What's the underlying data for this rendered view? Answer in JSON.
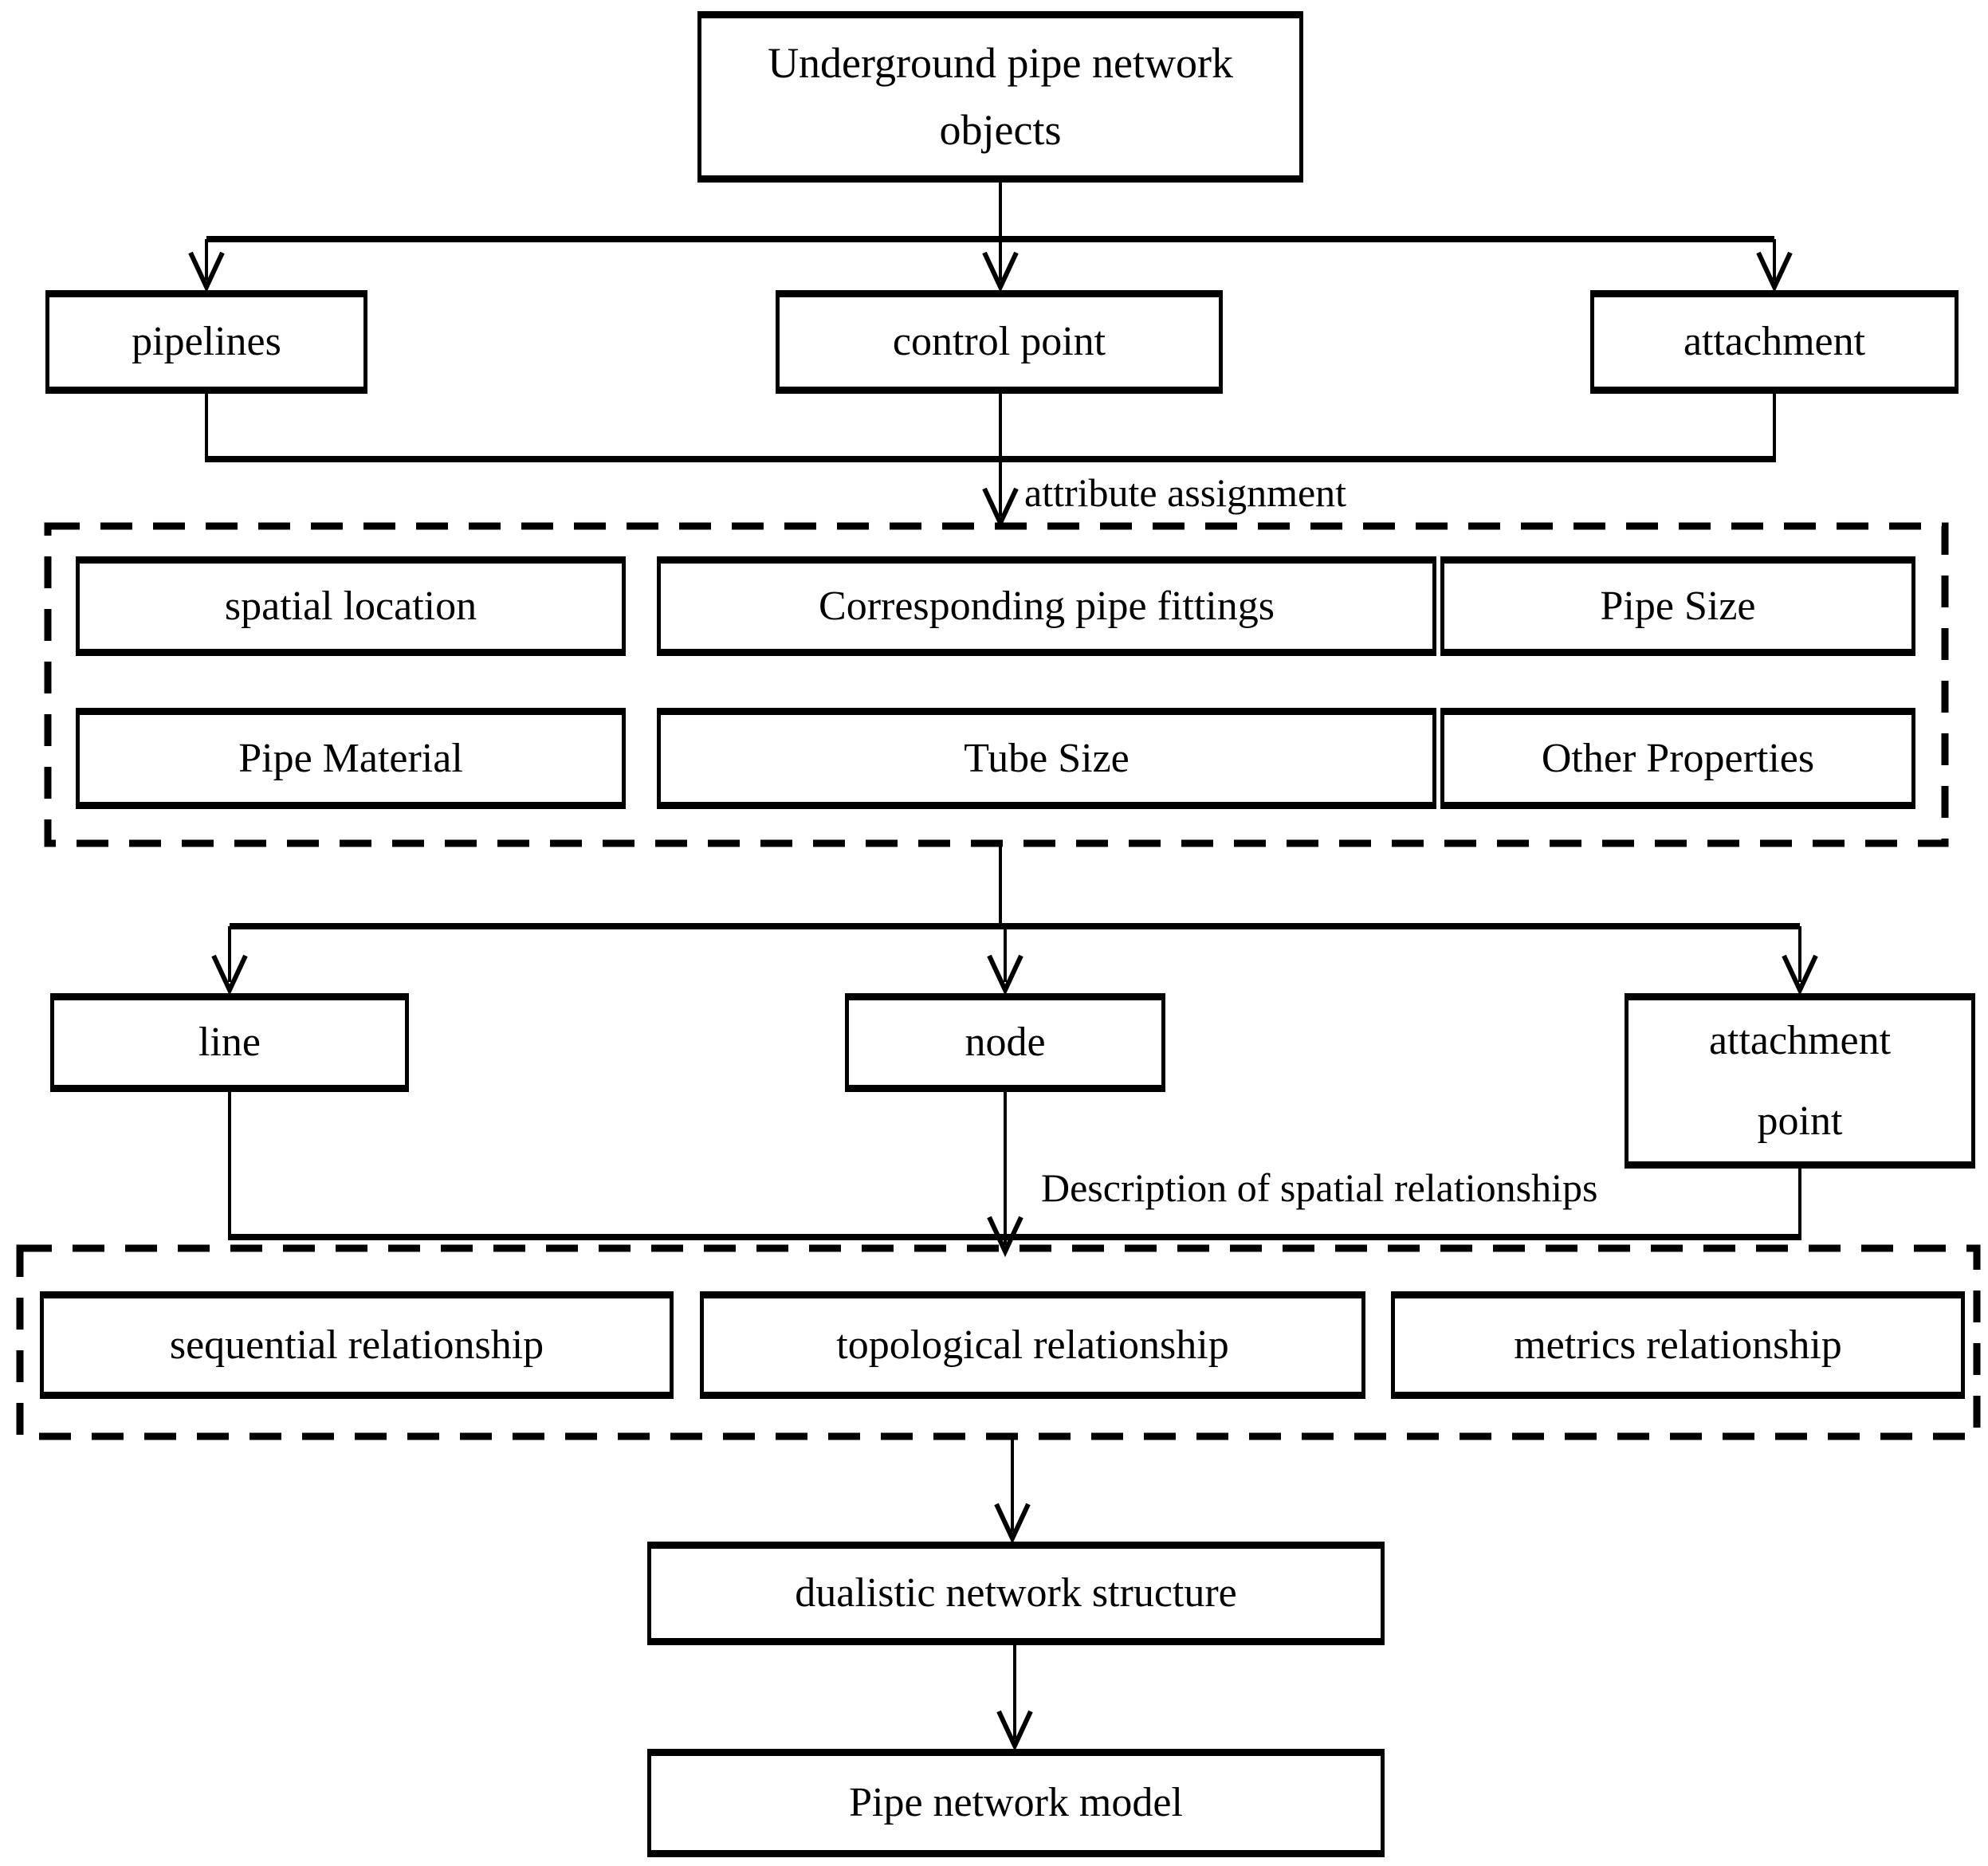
{
  "diagram": {
    "nodes": {
      "root": {
        "label": "Underground pipe network objects"
      },
      "pipelines": {
        "label": "pipelines"
      },
      "control_point": {
        "label": "control point"
      },
      "attachment": {
        "label": "attachment"
      },
      "spatial_location": {
        "label": "spatial location"
      },
      "corresponding_pipe_fittings": {
        "label": "Corresponding pipe fittings"
      },
      "pipe_size": {
        "label": "Pipe Size"
      },
      "pipe_material": {
        "label": "Pipe Material"
      },
      "tube_size": {
        "label": "Tube Size"
      },
      "other_properties": {
        "label": "Other Properties"
      },
      "line": {
        "label": "line"
      },
      "node": {
        "label": "node"
      },
      "attachment_point": {
        "label": "attachment point"
      },
      "sequential_relationship": {
        "label": "sequential relationship"
      },
      "topological_relationship": {
        "label": "topological relationship"
      },
      "metrics_relationship": {
        "label": "metrics relationship"
      },
      "dualistic_network_structure": {
        "label": "dualistic network structure"
      },
      "pipe_network_model": {
        "label": "Pipe network model"
      }
    },
    "edge_labels": {
      "attribute_assignment": "attribute assignment",
      "description_of_spatial_relationships": "Description of spatial relationships"
    },
    "colors": {
      "stroke": "#000000",
      "background": "#ffffff",
      "box_fill": "#ffffff"
    }
  }
}
